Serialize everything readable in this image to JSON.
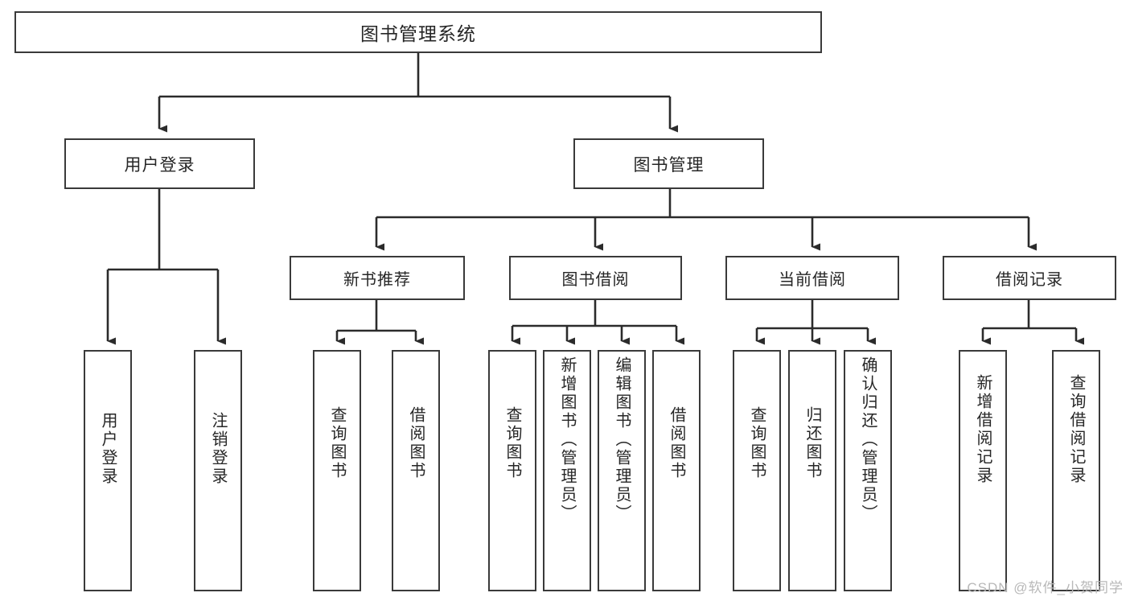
{
  "diagram": {
    "title": "图书管理系统",
    "type": "tree-hierarchy",
    "watermark": "CSDN @软件_小贺同学",
    "colors": {
      "box_border": "#3a3a3a",
      "box_fill": "#ffffff",
      "edge": "#2b2b2b",
      "text": "#262626",
      "watermark": "#b8b8b8",
      "background": "#ffffff"
    },
    "root": {
      "label": "图书管理系统"
    },
    "level1": [
      {
        "label": "用户登录"
      },
      {
        "label": "图书管理"
      }
    ],
    "level2": [
      {
        "label": "新书推荐"
      },
      {
        "label": "图书借阅"
      },
      {
        "label": "当前借阅"
      },
      {
        "label": "借阅记录"
      }
    ],
    "leaves": {
      "user_login": [
        {
          "label": "用户登录"
        },
        {
          "label": "注销登录"
        }
      ],
      "new_book_recommend": [
        {
          "label": "查询图书"
        },
        {
          "label": "借阅图书"
        }
      ],
      "book_borrow": [
        {
          "label": "查询图书"
        },
        {
          "label": "新增图书（管理员）"
        },
        {
          "label": "编辑图书（管理员）"
        },
        {
          "label": "借阅图书"
        }
      ],
      "current_borrow": [
        {
          "label": "查询图书"
        },
        {
          "label": "归还图书"
        },
        {
          "label": "确认归还（管理员）"
        }
      ],
      "borrow_record": [
        {
          "label": "新增借阅记录"
        },
        {
          "label": "查询借阅记录"
        }
      ]
    }
  }
}
